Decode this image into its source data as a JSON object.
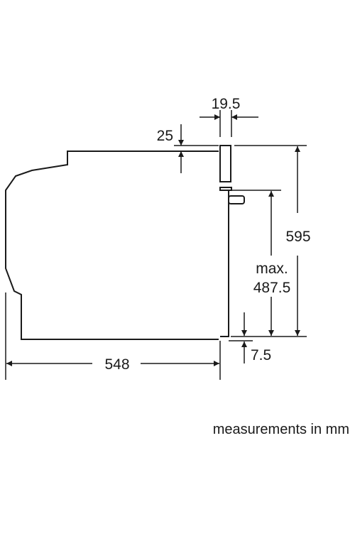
{
  "diagram": {
    "dimensions": {
      "door_thickness": "19.5",
      "top_clearance": "25",
      "total_height": "595",
      "max_label": "max.",
      "max_height": "487.5",
      "bottom_offset": "7.5",
      "depth": "548"
    },
    "caption": "measurements in mm",
    "colors": {
      "line": "#1a1a1a",
      "background": "#ffffff"
    }
  }
}
